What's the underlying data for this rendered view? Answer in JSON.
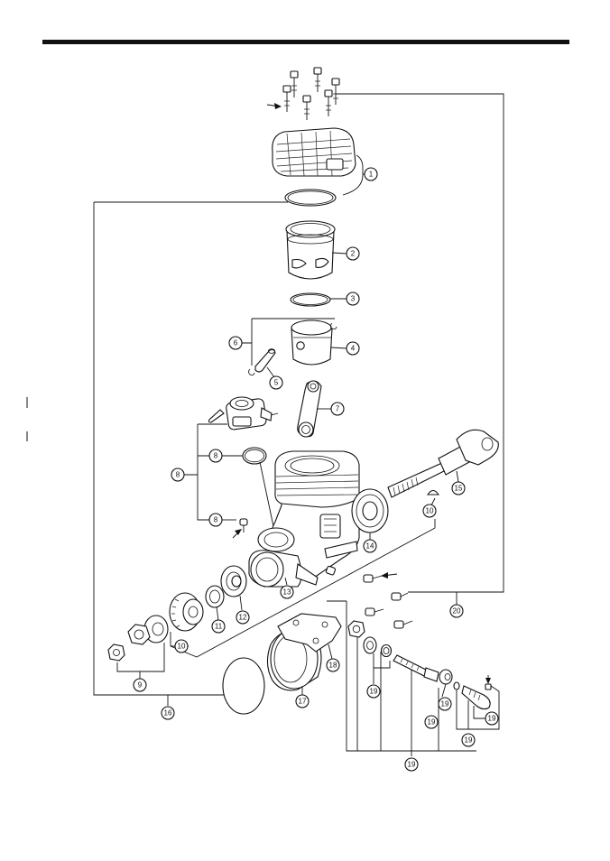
{
  "diagram": {
    "callouts": {
      "c1": "1",
      "c2": "2",
      "c3": "3",
      "c4": "4",
      "c5": "5",
      "c6": "6",
      "c7": "7",
      "c8a": "8",
      "c8b": "8",
      "c8c": "8",
      "c9": "9",
      "c10a": "10",
      "c10b": "10",
      "c11": "11",
      "c12": "12",
      "c13": "13",
      "c14": "14",
      "c15": "15",
      "c16": "16",
      "c17": "17",
      "c18": "18",
      "c19a": "19",
      "c19b": "19",
      "c19c": "19",
      "c19d": "19",
      "c19e": "19",
      "c19f": "19",
      "c20": "20"
    }
  }
}
